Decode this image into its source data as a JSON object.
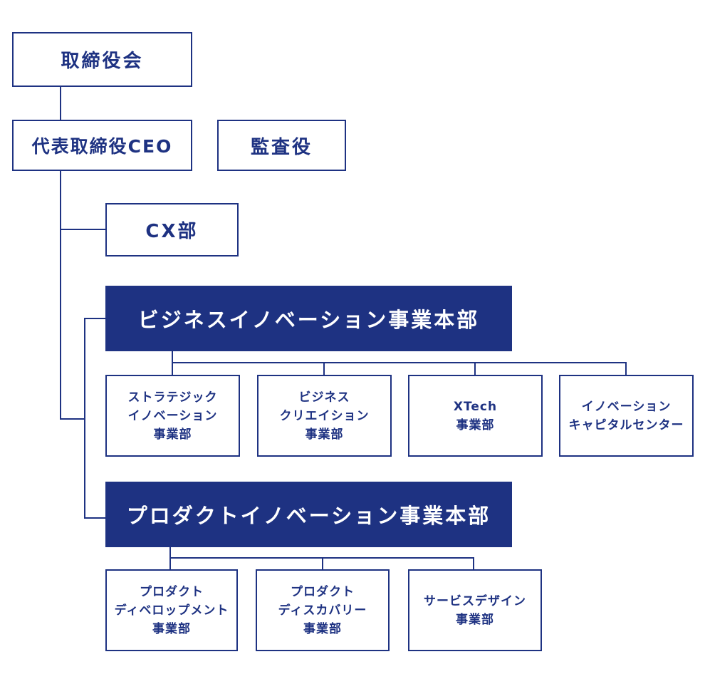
{
  "nodes": {
    "board": "取締役会",
    "ceo": "代表取締役CEO",
    "auditor": "監査役",
    "cx": "CX部",
    "bi_division": "ビジネスイノベーション事業本部",
    "pi_division": "プロダクトイノベーション事業本部",
    "bi_units": [
      {
        "lines": [
          "ストラテジック",
          "イノベーション",
          "事業部"
        ]
      },
      {
        "lines": [
          "ビジネス",
          "クリエイション",
          "事業部"
        ]
      },
      {
        "lines": [
          "XTech",
          "事業部"
        ]
      },
      {
        "lines": [
          "イノベーション",
          "キャピタルセンター"
        ]
      }
    ],
    "pi_units": [
      {
        "lines": [
          "プロダクト",
          "ディベロップメント",
          "事業部"
        ]
      },
      {
        "lines": [
          "プロダクト",
          "ディスカバリー",
          "事業部"
        ]
      },
      {
        "lines": [
          "サービスデザイン",
          "事業部"
        ]
      }
    ]
  },
  "colors": {
    "primary": "#1e3282",
    "background": "#ffffff"
  }
}
